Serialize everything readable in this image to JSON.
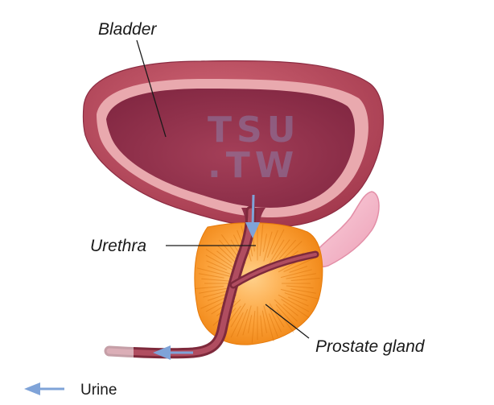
{
  "diagram": {
    "labels": {
      "bladder": "Bladder",
      "urethra": "Urethra",
      "prostate": "Prostate gland"
    },
    "legend": {
      "urine": "Urine"
    },
    "watermark": [
      "TSU",
      ".TW"
    ],
    "colors": {
      "bladder_outer": "#b94d5f",
      "bladder_rim": "#e8a4a9",
      "bladder_inner": "#8e2f48",
      "prostate": "#f7921e",
      "prostate_light": "#ffc070",
      "urethra": "#9b3d4d",
      "seminal_vesicle": "#f3b3c5",
      "urine_arrow": "#7fa3d8"
    }
  }
}
